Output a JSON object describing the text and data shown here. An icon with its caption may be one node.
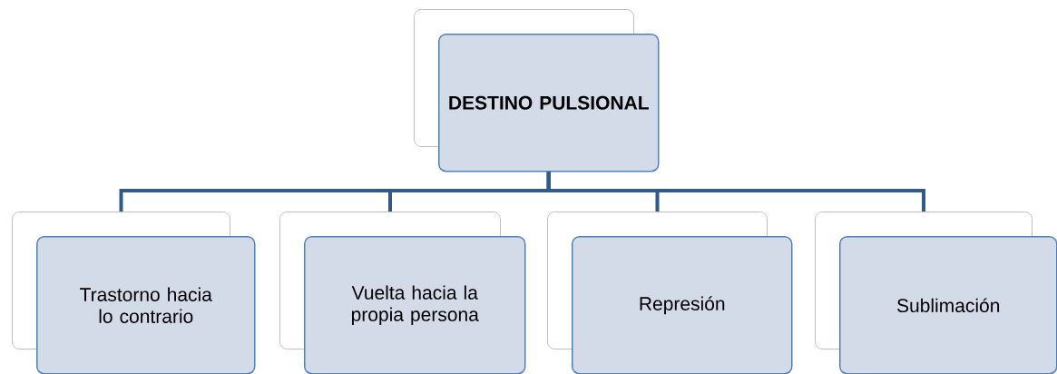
{
  "diagram": {
    "nodes": [
      {
        "text": [
          "DESTINO PULSIONAL"
        ]
      },
      {
        "text": [
          "Trastorno hacia lo contrario"
        ]
      },
      {
        "text": [
          "Vuelta hacia la propia persona"
        ]
      },
      {
        "text": [
          "Represión"
        ]
      },
      {
        "text": [
          "Sublimación"
        ]
      }
    ],
    "edges": [
      {
        "from": 0,
        "to": 1,
        "arrow": "none"
      },
      {
        "from": 0,
        "to": 2,
        "arrow": "none"
      },
      {
        "from": 0,
        "to": 3,
        "arrow": "none"
      },
      {
        "from": 0,
        "to": 4,
        "arrow": "none"
      }
    ]
  }
}
